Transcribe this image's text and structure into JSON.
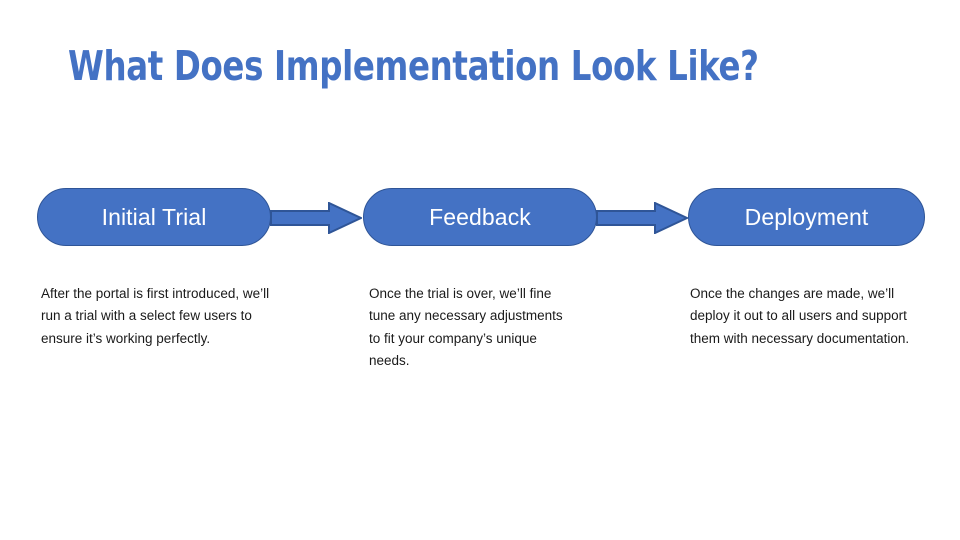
{
  "slide": {
    "title": "What Does Implementation Look Like?",
    "background_color": "#FFFFFF",
    "title_color": "#4472C4",
    "shape_fill_color": "#4472C4",
    "shape_border_color": "#2F5597",
    "shape_label_color": "#FFFFFF",
    "body_text_color": "#1A1A1A"
  },
  "process": {
    "steps": [
      {
        "label": "Initial Trial",
        "description": "After the portal is first introduced, we’ll run a trial with a select few users to ensure it’s working perfectly."
      },
      {
        "label": "Feedback",
        "description": "Once the trial is over, we’ll fine tune any necessary adjustments to fit your company’s unique needs."
      },
      {
        "label": "Deployment",
        "description": "Once the changes are made, we’ll deploy it out to all users and support them with necessary documentation."
      }
    ],
    "connectors": [
      {
        "name": "arrow-right-icon"
      },
      {
        "name": "arrow-right-icon"
      }
    ]
  }
}
